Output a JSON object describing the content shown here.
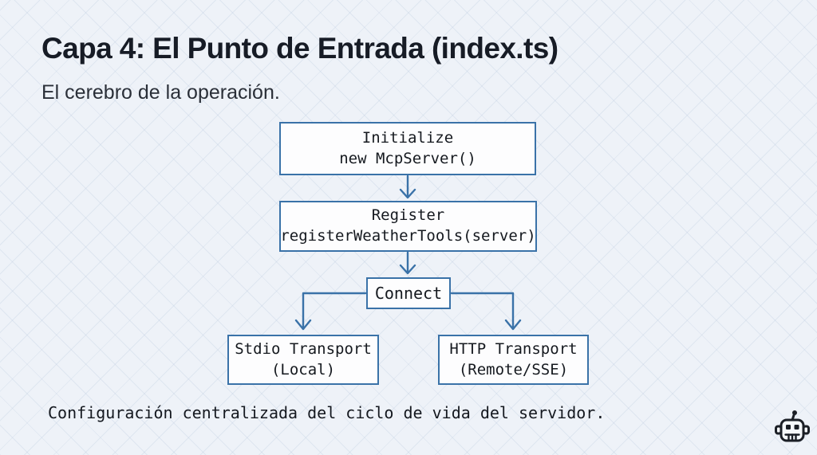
{
  "slide": {
    "title": "Capa 4: El Punto de Entrada (index.ts)",
    "subtitle": "El cerebro de la operación.",
    "caption": "Configuración centralizada del ciclo de vida del servidor."
  },
  "diagram": {
    "type": "flowchart",
    "nodes": [
      {
        "id": "initialize",
        "label": "Initialize",
        "sublabel": "new McpServer()"
      },
      {
        "id": "register",
        "label": "Register",
        "sublabel": "registerWeatherTools(server)"
      },
      {
        "id": "connect",
        "label": "Connect"
      },
      {
        "id": "stdio-transport",
        "label": "Stdio Transport",
        "sublabel": "(Local)"
      },
      {
        "id": "http-transport",
        "label": "HTTP Transport",
        "sublabel": "(Remote/SSE)"
      }
    ],
    "edges": [
      {
        "from": "initialize",
        "to": "register"
      },
      {
        "from": "register",
        "to": "connect"
      },
      {
        "from": "connect",
        "to": "stdio-transport"
      },
      {
        "from": "connect",
        "to": "http-transport"
      }
    ],
    "colors": {
      "node_border": "#3a72a8",
      "node_fill": "#fdfdfe",
      "node_text": "#15191f",
      "arrow": "#3a72a8"
    }
  },
  "icons": {
    "watermark": "robot-icon"
  }
}
